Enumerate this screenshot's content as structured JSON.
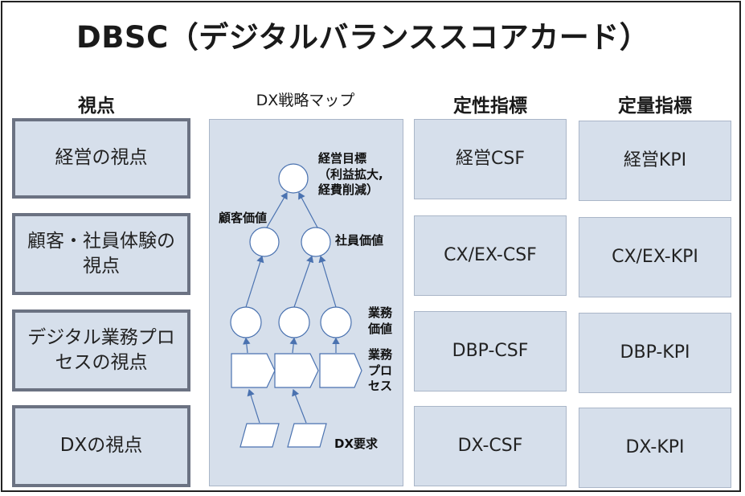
{
  "title": "DBSC（デジタルバランススコアカード）",
  "columns": {
    "perspective": "視点",
    "map": "DX戦略マップ",
    "qualitative": "定性指標",
    "quantitative": "定量指標"
  },
  "perspectives": [
    [
      "経営の視点"
    ],
    [
      "顧客・社員体験の",
      "視点"
    ],
    [
      "デジタル業務プロ",
      "セスの視点"
    ],
    [
      "DXの視点"
    ]
  ],
  "csf": [
    "経営CSF",
    "CX/EX-CSF",
    "DBP-CSF",
    "DX-CSF"
  ],
  "kpi": [
    "経営KPI",
    "CX/EX-KPI",
    "DBP-KPI",
    "DX-KPI"
  ],
  "map_labels": {
    "goal": [
      "経営目標",
      "（利益拡大,",
      "経費削減）"
    ],
    "customer_value": "顧客価値",
    "employee_value": "社員価値",
    "business_value": [
      "業務",
      "価値"
    ],
    "business_process": [
      "業務",
      "プロ",
      "セス"
    ],
    "dx_requirement": "DX要求"
  },
  "colors": {
    "box_fill": "#d6dfeb",
    "box_border": "#aab6c8",
    "perspective_border": "#6b7282",
    "arrow": "#4a72b0"
  }
}
